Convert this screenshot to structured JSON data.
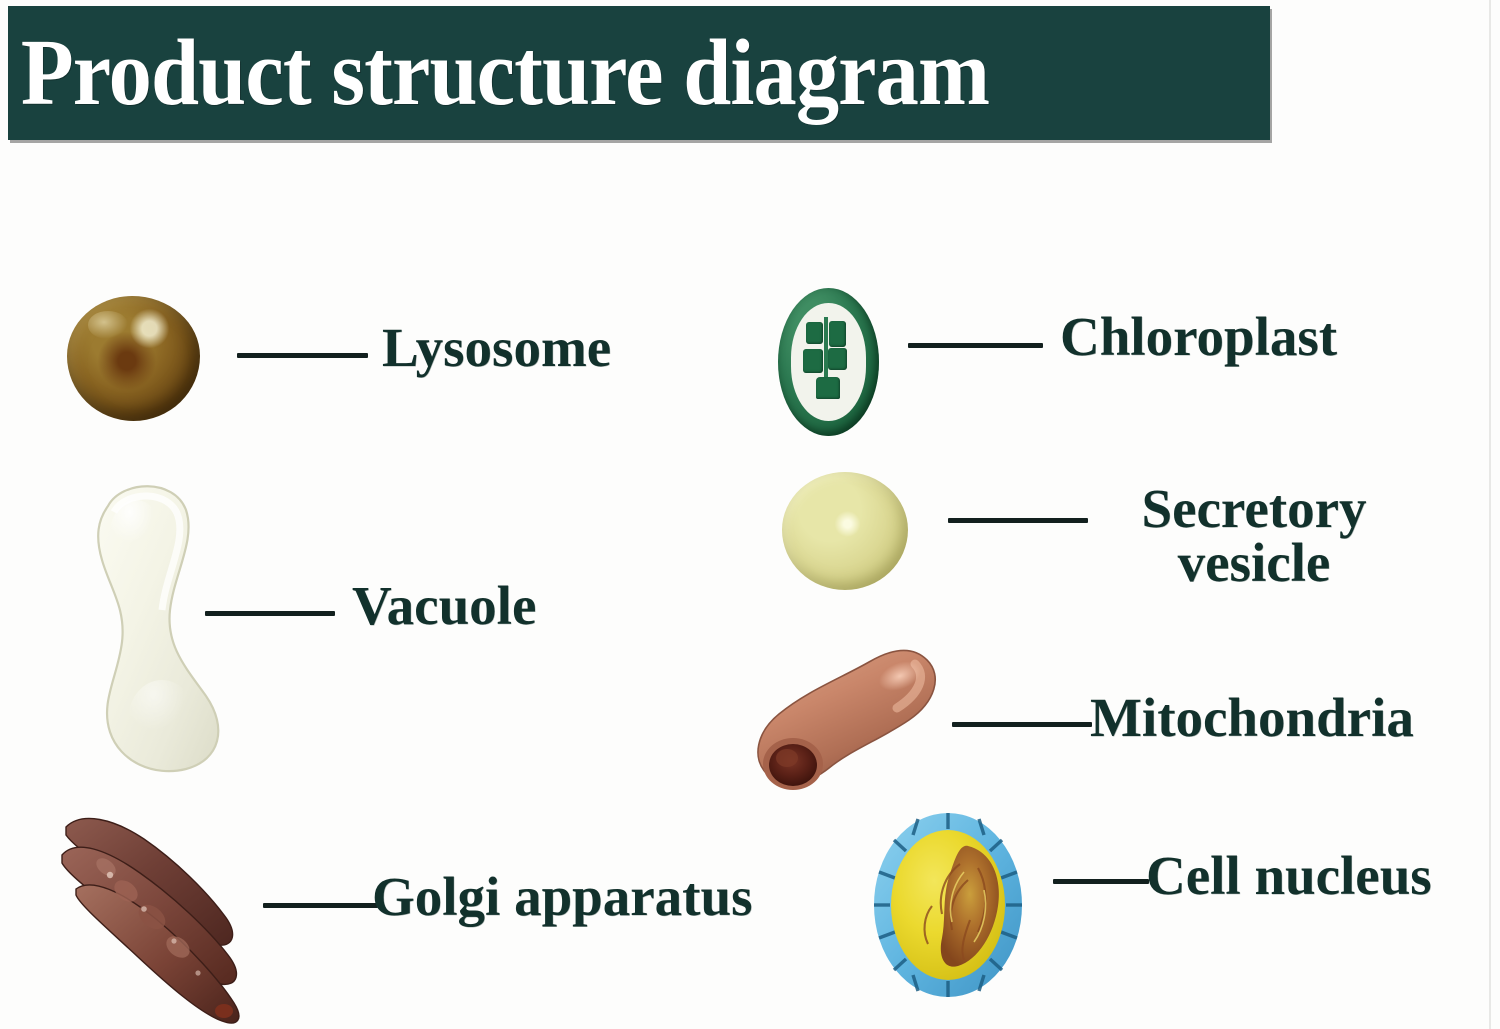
{
  "page": {
    "title": "Product structure diagram",
    "background_color": "#ffffff",
    "title_bar_color": "#19423f",
    "title_text_color": "#ffffff",
    "label_text_color": "#12312c",
    "leader_line_color": "#12201e"
  },
  "labels": {
    "lysosome": "Lysosome",
    "chloroplast": "Chloroplast",
    "vacuole": "Vacuole",
    "secretory_vesicle_line1": "Secretory",
    "secretory_vesicle_line2": "vesicle",
    "mitochondria": "Mitochondria",
    "golgi": "Golgi apparatus",
    "cell_nucleus": "Cell nucleus"
  },
  "organelles": [
    {
      "id": "lysosome",
      "label": "Lysosome",
      "icon": "lysosome-icon",
      "column": "left",
      "row": 1,
      "colors": [
        "#9c7b30",
        "#6d4a15",
        "#4a300c"
      ],
      "shape": "sphere"
    },
    {
      "id": "chloroplast",
      "label": "Chloroplast",
      "icon": "chloroplast-icon",
      "column": "right",
      "row": 1,
      "colors": [
        "#2d7a52",
        "#1d6640",
        "#f2f3ec"
      ],
      "shape": "oval-with-grana"
    },
    {
      "id": "vacuole",
      "label": "Vacuole",
      "icon": "vacuole-icon",
      "column": "left",
      "row": 2,
      "colors": [
        "#f3f3e6",
        "#e2e2cf"
      ],
      "shape": "curved-blob"
    },
    {
      "id": "secretory-vesicle",
      "label": "Secretory vesicle",
      "icon": "secretory-vesicle-icon",
      "column": "right",
      "row": 2,
      "colors": [
        "#e7e6a8",
        "#cfcb80"
      ],
      "shape": "sphere"
    },
    {
      "id": "mitochondria",
      "label": "Mitochondria",
      "icon": "mitochondria-icon",
      "column": "right",
      "row": 3,
      "colors": [
        "#c8836a",
        "#a55d44",
        "#5e2318"
      ],
      "shape": "curved-bean"
    },
    {
      "id": "golgi-apparatus",
      "label": "Golgi apparatus",
      "icon": "golgi-apparatus-icon",
      "column": "left",
      "row": 3,
      "colors": [
        "#7d4a41",
        "#5d3029",
        "#8a5a4d"
      ],
      "shape": "stacked-cisternae"
    },
    {
      "id": "cell-nucleus",
      "label": "Cell nucleus",
      "icon": "cell-nucleus-icon",
      "column": "right",
      "row": 4,
      "colors": [
        "#6fc2e8",
        "#3f9fd0",
        "#e8d52a",
        "#9c5a26"
      ],
      "shape": "ring-with-core"
    }
  ]
}
